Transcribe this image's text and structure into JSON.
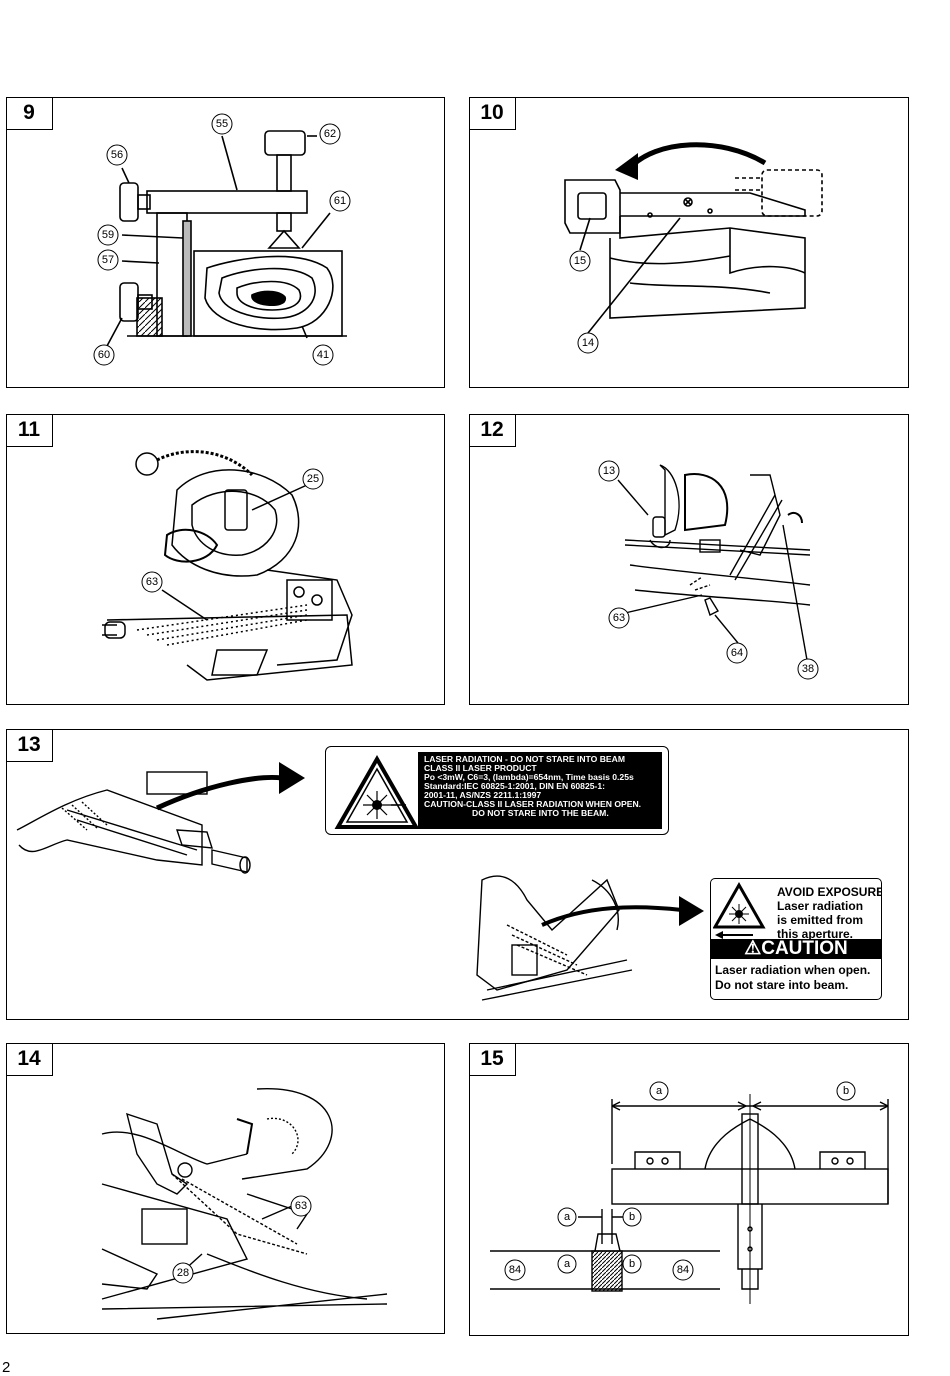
{
  "page": {
    "number": "2"
  },
  "figures": [
    {
      "id": "9",
      "label": "9",
      "callouts": [
        "55",
        "56",
        "62",
        "61",
        "59",
        "57",
        "60",
        "41"
      ]
    },
    {
      "id": "10",
      "label": "10",
      "callouts": [
        "15",
        "14"
      ]
    },
    {
      "id": "11",
      "label": "11",
      "callouts": [
        "25",
        "63"
      ]
    },
    {
      "id": "12",
      "label": "12",
      "callouts": [
        "13",
        "63",
        "64",
        "38"
      ]
    },
    {
      "id": "13",
      "label": "13",
      "callouts": []
    },
    {
      "id": "14",
      "label": "14",
      "callouts": [
        "63",
        "28"
      ]
    },
    {
      "id": "15",
      "label": "15",
      "callouts": [
        "a",
        "b",
        "a",
        "b",
        "a",
        "b",
        "84",
        "84"
      ]
    }
  ],
  "laser_label": {
    "lines": [
      "LASER RADIATION - DO NOT STARE INTO BEAM",
      "CLASS II LASER PRODUCT",
      "Po <3mW, C6=3, (lambda)=654nm, Time basis 0.25s",
      "Standard:IEC 60825-1:2001, DIN  EN  60825-1:",
      "2001-11, AS/NZS 2211.1:1997",
      "CAUTION-CLASS II LASER RADIATION WHEN OPEN.",
      "DO NOT STARE INTO THE BEAM."
    ]
  },
  "aperture_label": {
    "lines": [
      "AVOID  EXPOSURE",
      "Laser  radiation",
      "is emitted  from",
      "this  aperture."
    ],
    "caution": "CAUTION",
    "footer": [
      "Laser  radiation when open.",
      "Do not stare into beam."
    ]
  }
}
